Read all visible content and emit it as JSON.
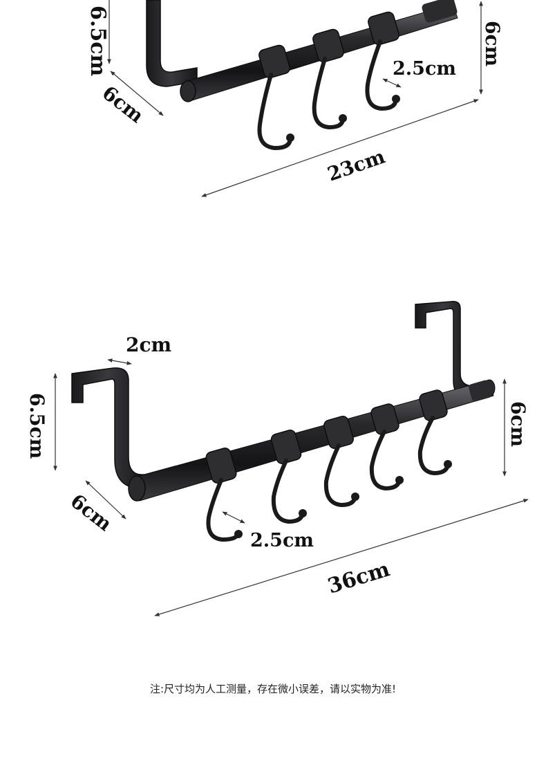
{
  "rack_small": {
    "label_height_left": "6.5cm",
    "label_height_right": "6cm",
    "label_depth": "6cm",
    "label_hook": "2.5cm",
    "label_length": "23cm"
  },
  "rack_large": {
    "label_thickness": "2cm",
    "label_height_left": "6.5cm",
    "label_height_right": "6cm",
    "label_depth": "6cm",
    "label_hook": "2.5cm",
    "label_length": "36cm"
  },
  "footer": {
    "note": "注:尺寸均为人工测量，存在微小误差，请以实物为准!"
  },
  "colors": {
    "metal_dark": "#1d1d1f",
    "metal_mid": "#3a3a3d",
    "metal_highlight": "#8a8a90",
    "dimension_line": "#333333"
  }
}
